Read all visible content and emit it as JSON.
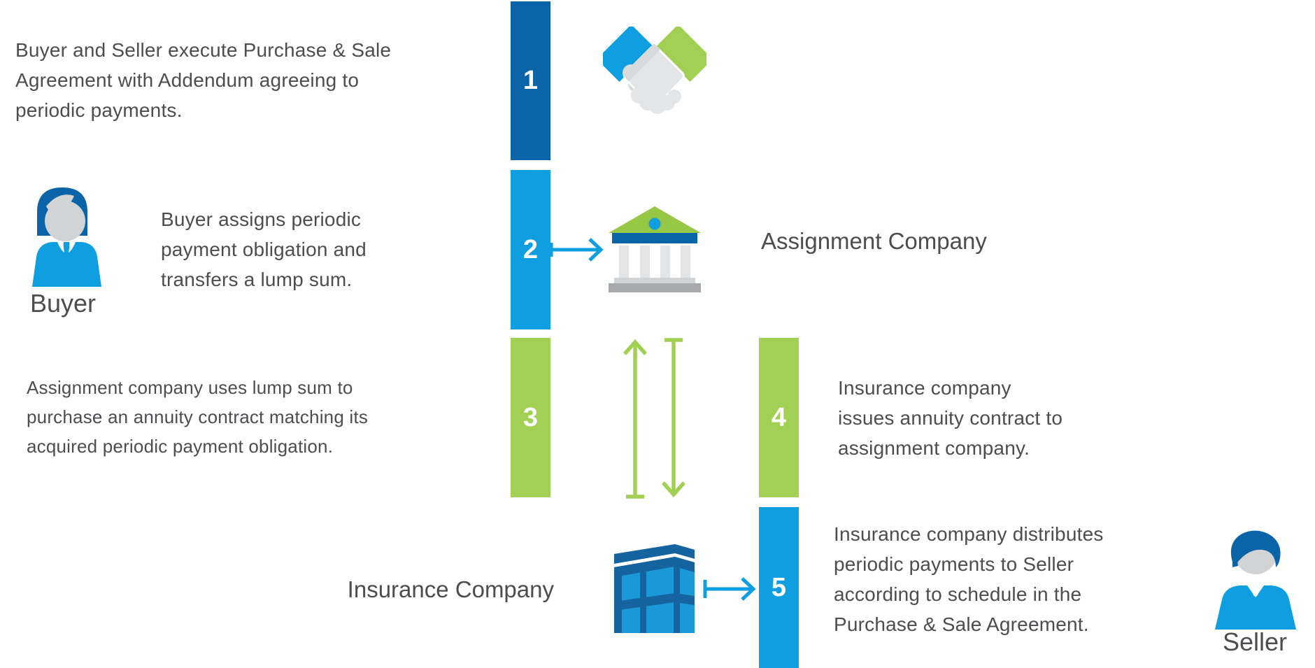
{
  "title": "Periodic payment purchase and sale process diagram",
  "colors": {
    "dark_blue": "#0c64a8",
    "light_blue": "#0f9fe0",
    "green": "#a2d054",
    "roof_green": "#97c845",
    "text": "#4d4d4f",
    "face_gray": "#d1d3d4",
    "hand_gray": "#e4e5e6",
    "hand_gray_dark": "#d8d9da",
    "column_gray": "#e3e4e5",
    "step_gray": "#d1d3d4",
    "base_gray": "#a7a9ac",
    "building_blue": "#1b98d8",
    "building_dark": "#15649f"
  },
  "steps": [
    {
      "number": "1",
      "bar_color": "dark_blue",
      "text": "Buyer and Seller execute Purchase & Sale\nAgreement with Addendum agreeing to\nperiodic payments."
    },
    {
      "number": "2",
      "bar_color": "light_blue",
      "text": "Buyer assigns periodic\npayment obligation and\ntransfers a lump sum."
    },
    {
      "number": "3",
      "bar_color": "green",
      "text": "Assignment company uses lump sum to\npurchase an annuity contract matching its\nacquired periodic payment obligation."
    },
    {
      "number": "4",
      "bar_color": "green",
      "text": "Insurance company\nissues annuity contract to\nassignment company."
    },
    {
      "number": "5",
      "bar_color": "light_blue",
      "text": "Insurance company distributes\nperiodic payments to Seller\naccording to schedule in the\nPurchase & Sale Agreement."
    }
  ],
  "actors": {
    "buyer_label": "Buyer",
    "seller_label": "Seller",
    "assignment_company_label": "Assignment Company",
    "insurance_company_label": "Insurance Company"
  },
  "icons": [
    "handshake-icon",
    "buyer-avatar-icon",
    "bank-icon",
    "arrow-up-icon",
    "arrow-down-icon",
    "building-icon",
    "seller-avatar-icon",
    "arrow-right-icon"
  ]
}
